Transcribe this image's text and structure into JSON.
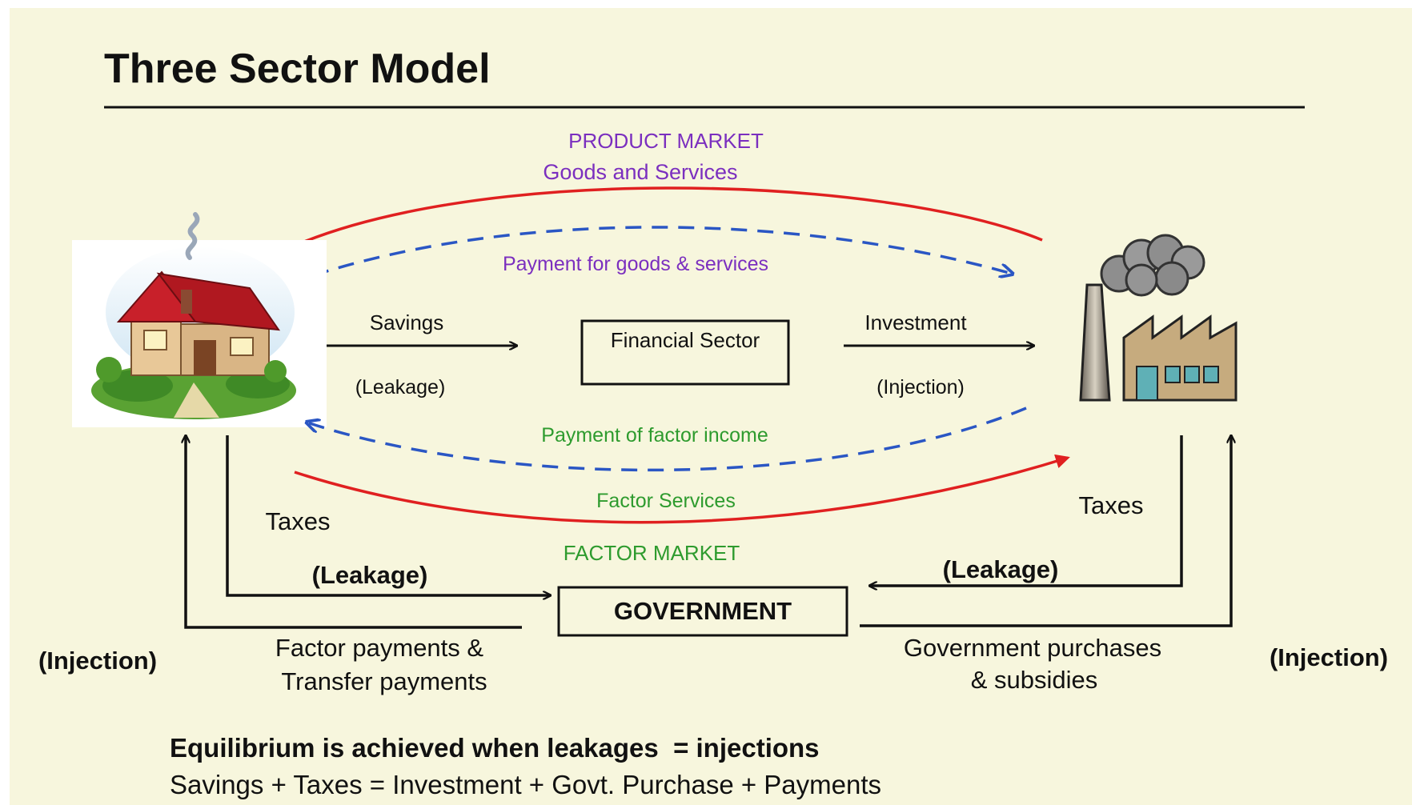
{
  "title": "Three Sector Model",
  "product_market": {
    "heading": "PRODUCT MARKET",
    "subheading": "Goods and Services",
    "payment_label": "Payment for goods & services"
  },
  "financial": {
    "box_label": "Financial Sector",
    "savings_label": "Savings",
    "savings_note": "(Leakage)",
    "investment_label": "Investment",
    "investment_note": "(Injection)"
  },
  "factor_market": {
    "payment_label": "Payment of factor income",
    "services_label": "Factor Services",
    "heading": "FACTOR MARKET"
  },
  "government": {
    "box_label": "GOVERNMENT",
    "taxes_left": "Taxes",
    "leakage_left": "(Leakage)",
    "taxes_right": "Taxes",
    "leakage_right": "(Leakage)",
    "injection_left": "(Injection)",
    "injection_right": "(Injection)",
    "transfer_line1": "Factor payments &",
    "transfer_line2": "Transfer payments",
    "purchases_line1": "Government purchases",
    "purchases_line2": "& subsidies"
  },
  "footer": {
    "equilibrium": "Equilibrium is achieved when leakages  = injections",
    "equation": "Savings + Taxes = Investment + Govt. Purchase + Payments"
  },
  "icons": {
    "household": "house-icon",
    "firms": "factory-icon"
  },
  "colors": {
    "background": "#f7f6dd",
    "product_text": "#7b2fbf",
    "factor_text": "#2e9b2e",
    "goods_arrow": "#e02020",
    "payment_arrow": "#2a56c4",
    "text": "#111111"
  }
}
